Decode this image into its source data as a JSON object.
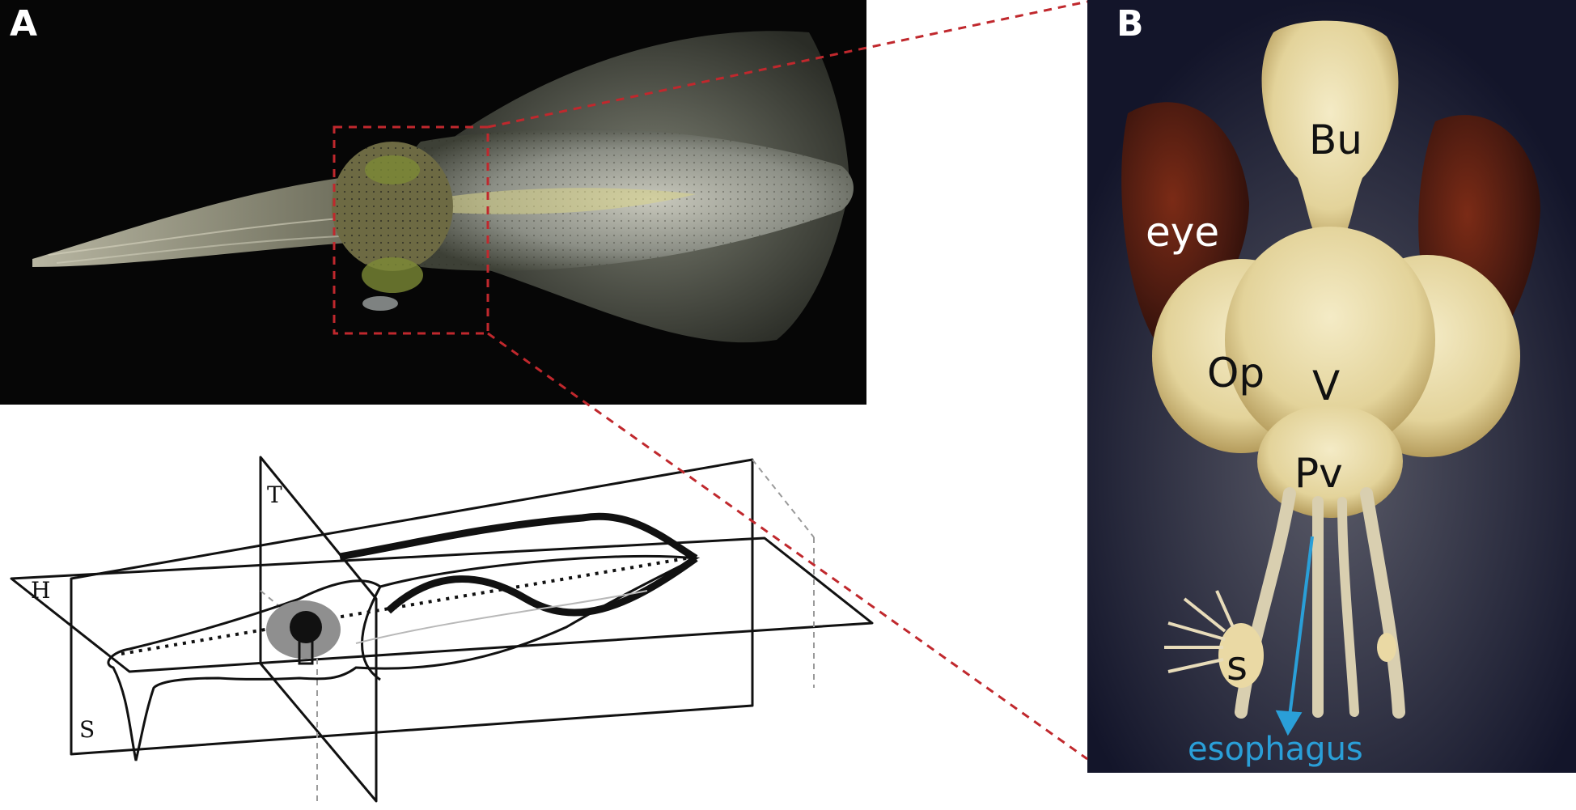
{
  "panels": {
    "a": {
      "letter": "A"
    },
    "b": {
      "letter": "B"
    }
  },
  "panel_b_labels": {
    "bu": "Bu",
    "eye": "eye",
    "op": "Op",
    "v": "V",
    "pv": "Pv",
    "s": "s",
    "esophagus": "esophagus"
  },
  "plane_labels": {
    "t": "T",
    "h": "H",
    "s": "S"
  },
  "colors": {
    "callout_dashes": "#c0282d",
    "esophagus_arrow": "#2a9fd8",
    "label_white": "#ffffff",
    "label_dark": "#111111"
  }
}
